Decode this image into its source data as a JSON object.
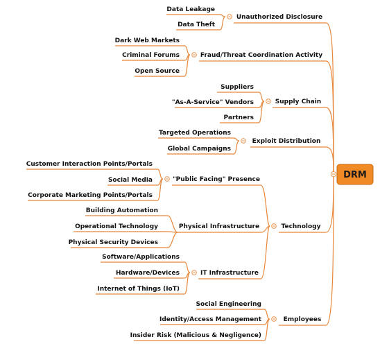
{
  "root": {
    "label": "DRM",
    "color": "#f08a24"
  },
  "branch_color": "#e8873a",
  "branches": {
    "unauthorized_disclosure": {
      "label": "Unauthorized Disclosure",
      "children": [
        "Data Leakage",
        "Data Theft"
      ]
    },
    "fraud": {
      "label": "Fraud/Threat Coordination Activity",
      "children": [
        "Dark Web Markets",
        "Criminal Forums",
        "Open Source"
      ]
    },
    "supply_chain": {
      "label": "Supply Chain",
      "children": [
        "Suppliers",
        "\"As-A-Service\" Vendors",
        "Partners"
      ]
    },
    "exploit_distribution": {
      "label": "Exploit Distribution",
      "children": [
        "Targeted Operations",
        "Global Campaigns"
      ]
    },
    "technology": {
      "label": "Technology",
      "children": {
        "public_facing": {
          "label": "\"Public Facing\" Presence",
          "children": [
            "Customer Interaction Points/Portals",
            "Social Media",
            "Corporate Marketing Points/Portals"
          ]
        },
        "physical_infra": {
          "label": "Physical Infrastructure",
          "children": [
            "Building Automation",
            "Operational Technology",
            "Physical Security Devices"
          ]
        },
        "it_infra": {
          "label": "IT Infrastructure",
          "children": [
            "Software/Applications",
            "Hardware/Devices",
            "Internet of Things (IoT)"
          ]
        }
      }
    },
    "employees": {
      "label": "Employees",
      "children": [
        "Social Engineering",
        "Identity/Access Management",
        "Insider Risk (Malicious & Negligence)"
      ]
    }
  }
}
